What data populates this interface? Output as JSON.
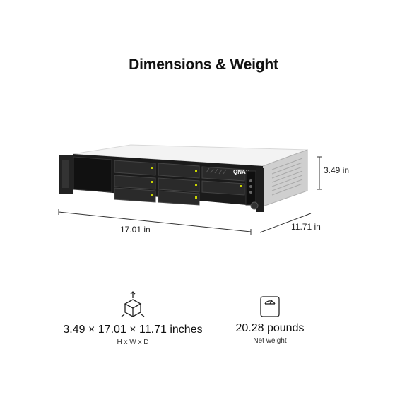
{
  "title": "Dimensions & Weight",
  "product": {
    "brand": "QNAP",
    "height_label": "3.49 in",
    "width_label": "17.01 in",
    "depth_label": "11.71 in"
  },
  "stats": {
    "dimensions": {
      "value": "3.49 × 17.01 × 11.71 inches",
      "sub": "H x W x D",
      "icon": "box-dimensions-icon"
    },
    "weight": {
      "value": "20.28 pounds",
      "sub": "Net weight",
      "icon": "scale-icon"
    }
  },
  "colors": {
    "chassis_front": "#1a1a1a",
    "chassis_top": "#f2f2f2",
    "chassis_side": "#c8c8c8",
    "led_green": "#c8d400"
  }
}
